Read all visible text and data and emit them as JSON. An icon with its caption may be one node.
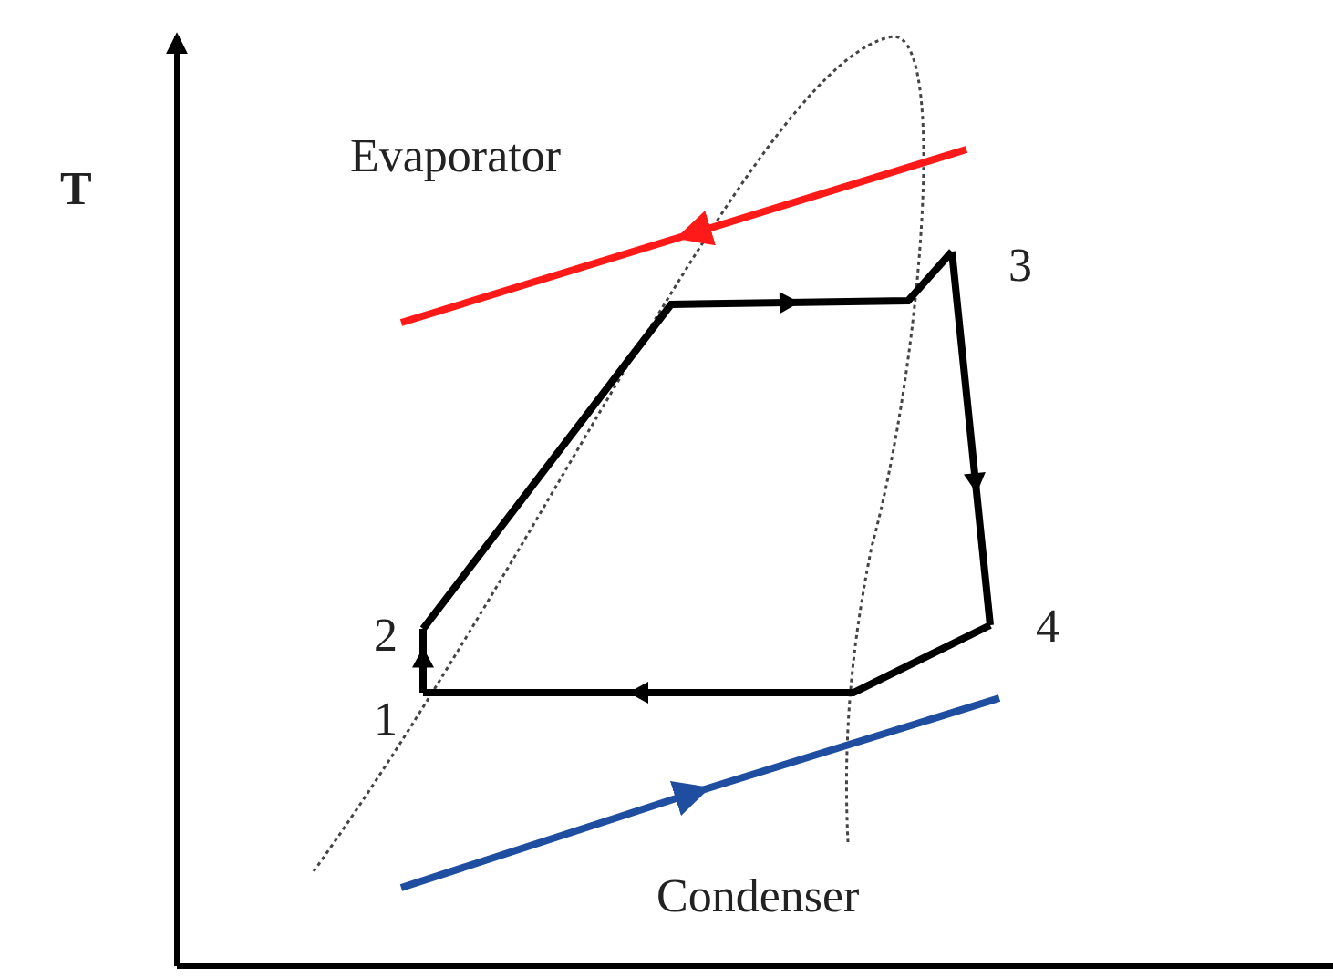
{
  "diagram": {
    "nodes": [
      {
        "text": [
          "1"
        ]
      },
      {
        "text": [
          "2"
        ]
      },
      {
        "text": [
          "3"
        ]
      },
      {
        "text": [
          "4"
        ]
      }
    ],
    "edges": [
      {
        "from": 0,
        "to": 1,
        "arrow": "to"
      },
      {
        "from": 1,
        "to": 2,
        "arrow": "to"
      },
      {
        "from": 2,
        "to": 3,
        "arrow": "to"
      },
      {
        "from": 3,
        "to": 0,
        "arrow": "to"
      }
    ],
    "labels": [
      "T",
      "Evaporator",
      "Condenser"
    ]
  }
}
